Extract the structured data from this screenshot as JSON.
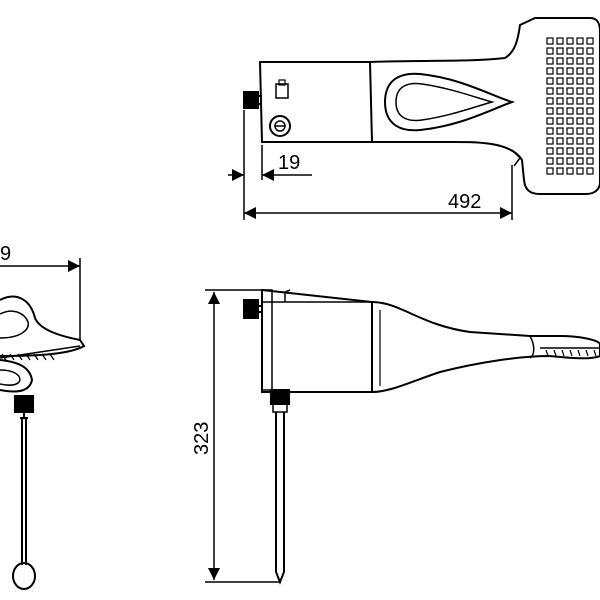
{
  "dimensions": {
    "neck_offset": "19",
    "total_length": "492",
    "total_height": "323",
    "side_width_partial": "9"
  },
  "colors": {
    "stroke": "#000000",
    "background": "#ffffff",
    "accent_fill": "#f2f2f2"
  }
}
